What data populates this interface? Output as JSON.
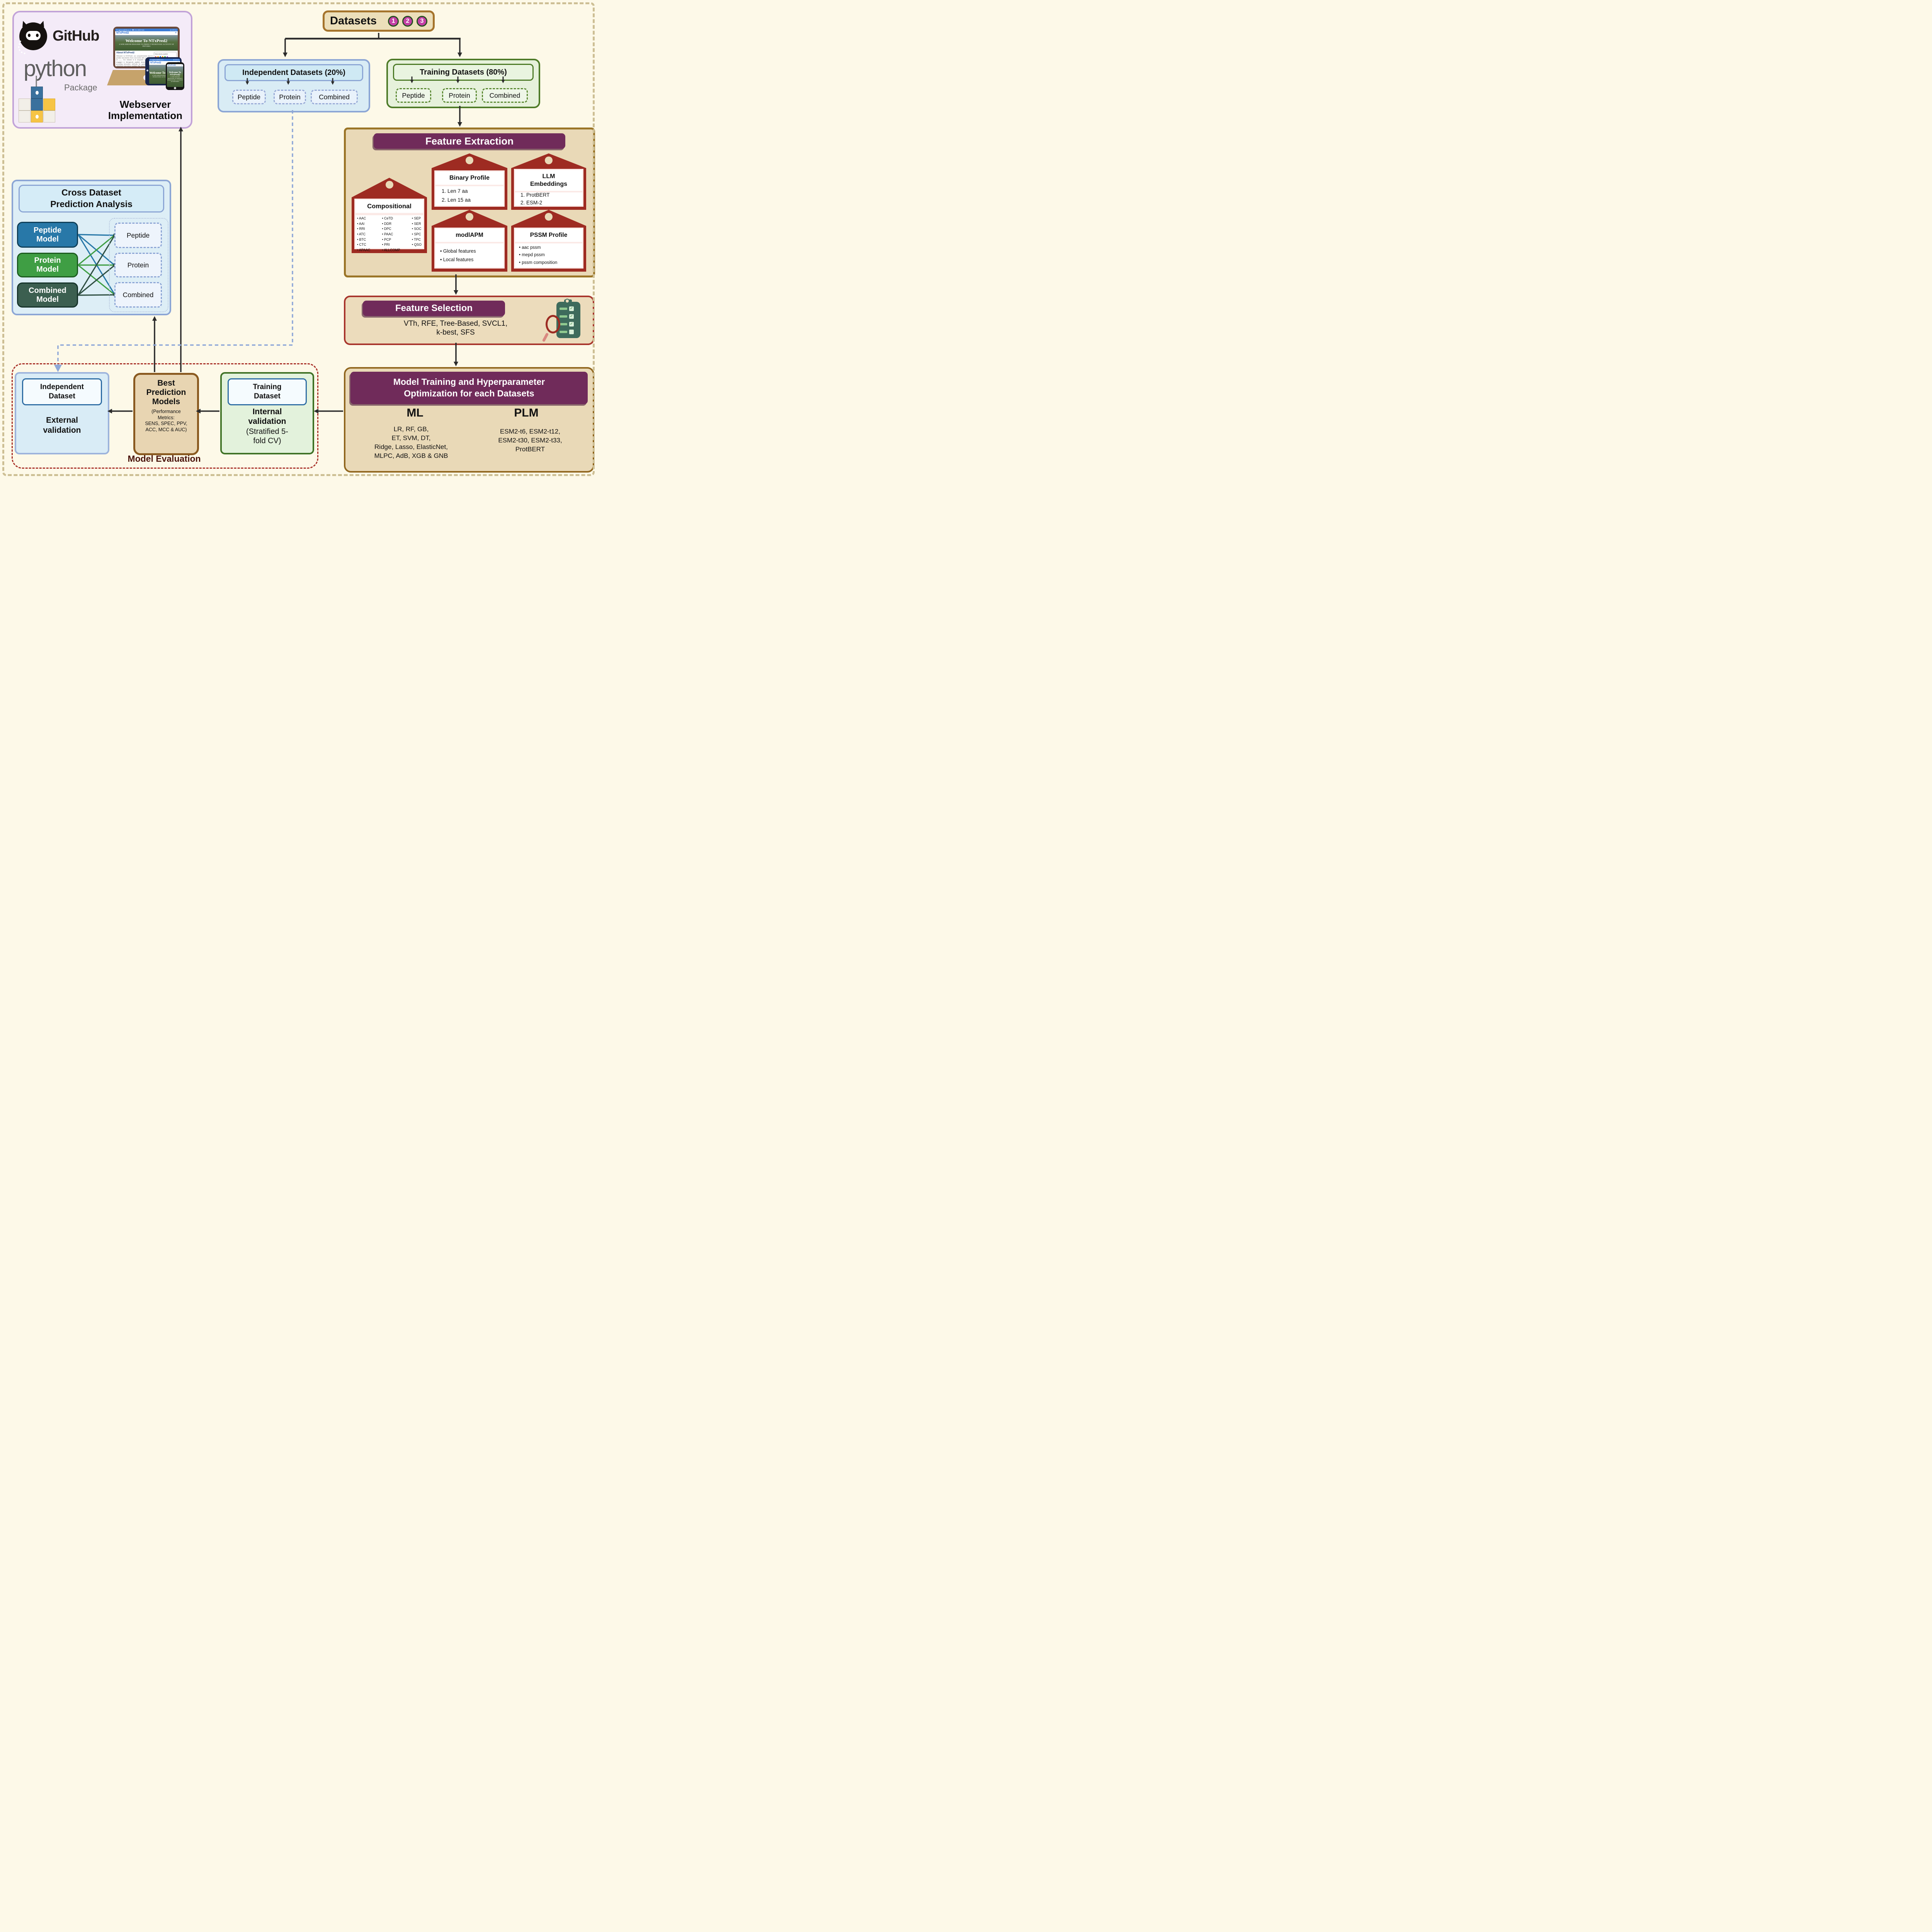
{
  "colors": {
    "page_bg": "#fdf9e8",
    "page_border": "#cdbf94",
    "purple_header": "#702b5a",
    "tag_red": "#9e2b22",
    "tan_panel": "#e9d9b7",
    "brown_border": "#9b7527",
    "red_border": "#a8352c",
    "blue_box": "#d9ecf5",
    "blue_border": "#8ca6d5",
    "green_box": "#e6f1db",
    "green_border": "#4e7b28",
    "peptide_model": "#2878a8",
    "protein_model": "#3f9e44",
    "combined_model": "#3c5f50",
    "badge_magenta": "#c33fa5",
    "eval_dash_red": "#a83028",
    "lavender_bg": "#f4ebf8",
    "lavender_border": "#c2a3d8"
  },
  "webserver": {
    "caption": "Webserver\nImplementation",
    "github_label": "GitHub",
    "python_label": "python",
    "python_sub": "Package",
    "site": {
      "email": "raghava@iiitd.ac.in",
      "phone": "011-26907444",
      "social": "in G ✉ f ▸",
      "brand": "NTxPred2",
      "burger": "≡",
      "hero_title": "Welcome To NTxPred2",
      "hero_sub": "A WEB SERVER DESIGNED TO PREDICT NEUROTOXIC ACTIVITY OF PEPTIDES",
      "about_title": "About NTxPred2",
      "about_text": "Welcome to NTxPred2, our comprehensive tool to predict neurotoxins from non-toxins with a accuracy of ——. Our mission is to empower researchers engaged in therapeutic peptide development by providing innovative methods for quantifying and classifying neurotoxic peptides that target the central nervous system.",
      "panel_label": "Neurotoxin peptide"
    }
  },
  "datasets": {
    "label": "Datasets",
    "badges": [
      "1",
      "2",
      "3"
    ]
  },
  "independent": {
    "title": "Independent Datasets (20%)",
    "items": [
      "Peptide",
      "Protein",
      "Combined"
    ]
  },
  "training": {
    "title": "Training Datasets (80%)",
    "items": [
      "Peptide",
      "Protein",
      "Combined"
    ]
  },
  "feature_extraction": {
    "title": "Feature Extraction",
    "compositional": {
      "title": "Compositional",
      "col1": [
        "AAC",
        "AAI",
        "RRI",
        "ATC",
        "BTC",
        "CTC",
        "APAAC"
      ],
      "col2": [
        "CeTD",
        "DDR",
        "DPC",
        "PAAC",
        "PCP",
        "PRI",
        "ALLCOMP"
      ],
      "col3": [
        "SEP",
        "SER",
        "SOC",
        "SPC",
        "TPC",
        "QSO"
      ]
    },
    "binary": {
      "title": "Binary Profile",
      "items": [
        "1.  Len 7 aa",
        "2.  Len 15 aa"
      ]
    },
    "llm": {
      "title": "LLM\nEmbeddings",
      "items": [
        "1.  ProtBERT",
        "2.  ESM-2"
      ]
    },
    "modlapm": {
      "title": "modlAPM",
      "items": [
        "Global features",
        "Local features"
      ]
    },
    "pssm": {
      "title": "PSSM Profile",
      "items": [
        "aac pssm",
        "mepd pssm",
        "pssm composition"
      ]
    }
  },
  "feature_selection": {
    "title": "Feature Selection",
    "methods": "VTh, RFE, Tree-Based, SVCL1,\nk-best, SFS"
  },
  "model_training": {
    "title": "Model Training and  Hyperparameter\nOptimization for each Datasets",
    "ml_heading": "ML",
    "ml_lines": "LR, RF, GB,\nET, SVM, DT,\nRidge, Lasso, ElasticNet,\nMLPC, AdB,  XGB & GNB",
    "plm_heading": "PLM",
    "plm_lines": "ESM2-t6, ESM2-t12,\nESM2-t30, ESM2-t33,\nProtBERT"
  },
  "internal_validation": {
    "box_label": "Training\nDataset",
    "title": "Internal\nvalidation",
    "subtitle": "(Stratified 5-\nfold CV)"
  },
  "best_models": {
    "title": "Best\nPrediction\nModels",
    "metrics": "(Performance\nMetrics:\nSENS, SPEC, PPV,\nACC, MCC & AUC)"
  },
  "external_validation": {
    "box_label": "Independent\nDataset",
    "title": "External\nvalidation"
  },
  "model_evaluation": {
    "label": "Model Evaluation"
  },
  "cross_dataset": {
    "title": "Cross Dataset\nPrediction Analysis",
    "models": [
      "Peptide\nModel",
      "Protein\nModel",
      "Combined\nModel"
    ],
    "targets": [
      "Peptide",
      "Protein",
      "Combined"
    ]
  }
}
